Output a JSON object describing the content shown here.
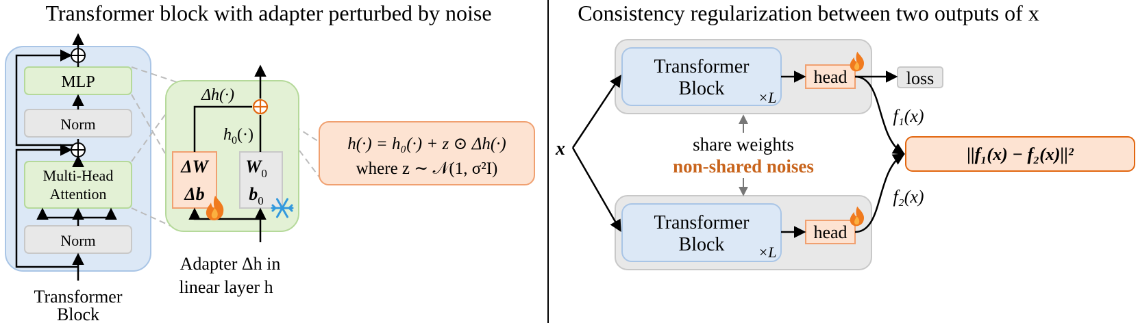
{
  "left_panel": {
    "title": "Transformer block with adapter perturbed by noise",
    "block": {
      "mlp_label": "MLP",
      "norm_top_label": "Norm",
      "mha_line1": "Multi-Head",
      "mha_line2": "Attention",
      "norm_bottom_label": "Norm",
      "caption_line1": "Transformer",
      "caption_line2": "Block"
    },
    "adapter": {
      "delta_h": "Δh(·)",
      "h0": "h",
      "h0_sub": "0",
      "h0_arg": "(·)",
      "dW": "ΔW",
      "db": "Δb",
      "W0": "W",
      "W0_sub": "0",
      "b0": "b",
      "b0_sub": "0",
      "caption_line1": "Adapter Δh in",
      "caption_line2": "linear layer h"
    },
    "formula": {
      "line1": "h(·) = h₀(·) + z ⊙ Δh(·)",
      "line2": "where z ∼ 𝒩(1, σ²I)"
    }
  },
  "right_panel": {
    "title": "Consistency regularization between two outputs of x",
    "input_label": "x",
    "top_branch": {
      "block_line1": "Transformer",
      "block_line2": "Block",
      "repeat": "×L",
      "head": "head",
      "loss": "loss",
      "output": "f₁(x)"
    },
    "bottom_branch": {
      "block_line1": "Transformer",
      "block_line2": "Block",
      "repeat": "×L",
      "head": "head",
      "output": "f₂(x)"
    },
    "share_weights": "share weights",
    "non_shared": "non-shared noises",
    "consistency": "||f₁(x) − f₂(x)||²"
  },
  "colors": {
    "blue_fill": "#dce8f6",
    "blue_stroke": "#a9c5e6",
    "green_fill": "#e3f1d5",
    "green_stroke": "#b5d99a",
    "gray_fill": "#e8e8e8",
    "gray_stroke": "#c8c8c8",
    "orange_fill": "#fde3d2",
    "orange_stroke": "#f0a070",
    "orange_dark": "#e2660f",
    "accent_text": "#c8641c",
    "frost_blue": "#3399dd"
  }
}
